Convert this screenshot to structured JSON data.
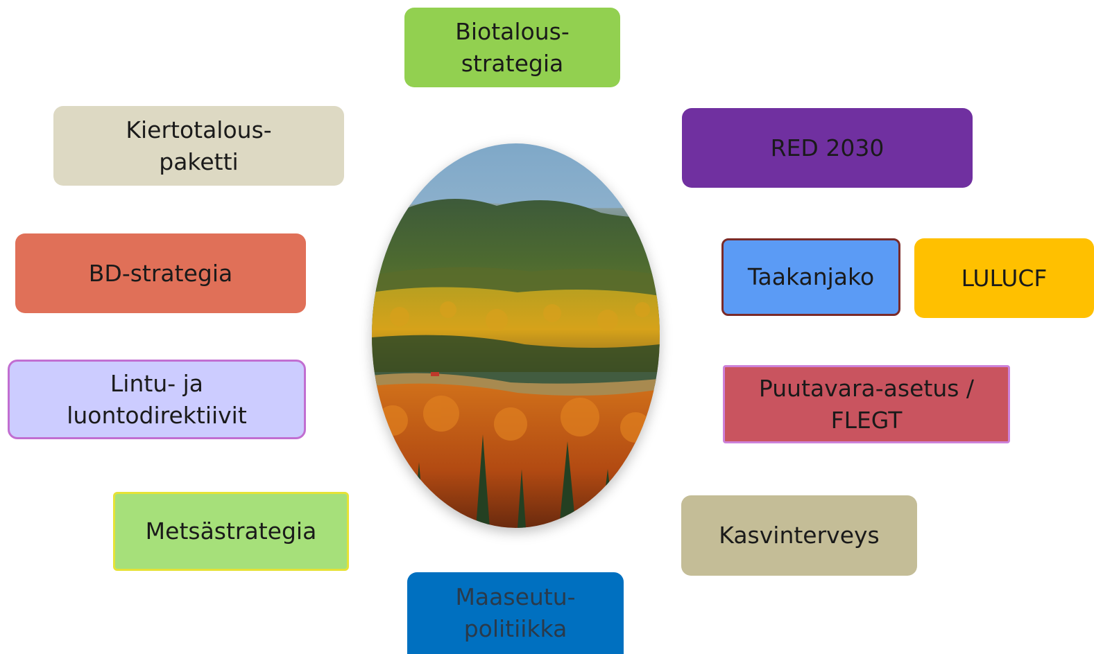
{
  "nodes": {
    "biotalous": {
      "lines": [
        "Biotalous-",
        "strategia"
      ],
      "color": "#92d050"
    },
    "kiertotalous": {
      "lines": [
        "Kiertotalous-",
        "paketti"
      ],
      "color": "#ddd9c3"
    },
    "red": {
      "lines": [
        "RED 2030"
      ],
      "color": "#7030a0"
    },
    "bd": {
      "lines": [
        "BD-strategia"
      ],
      "color": "#e07058"
    },
    "taakanjako": {
      "lines": [
        "Taakanjako"
      ],
      "color": "#5b9bf5"
    },
    "lulucf": {
      "lines": [
        "LULUCF"
      ],
      "color": "#ffc000"
    },
    "lintu": {
      "lines": [
        "Lintu- ja",
        "luontodirektiivit"
      ],
      "color": "#ccccff"
    },
    "puutavara": {
      "lines": [
        "Puutavara-asetus /",
        "FLEGT"
      ],
      "color": "#c9545f"
    },
    "metsa": {
      "lines": [
        "Metsästrategia"
      ],
      "color": "#a6e07a"
    },
    "kasvi": {
      "lines": [
        "Kasvinterveys"
      ],
      "color": "#c4bd97"
    },
    "maaseutu": {
      "lines": [
        "Maaseutu-",
        "politiikka"
      ],
      "color": "#0070c0"
    }
  },
  "center_image": {
    "subject": "autumn-forest-landscape"
  }
}
